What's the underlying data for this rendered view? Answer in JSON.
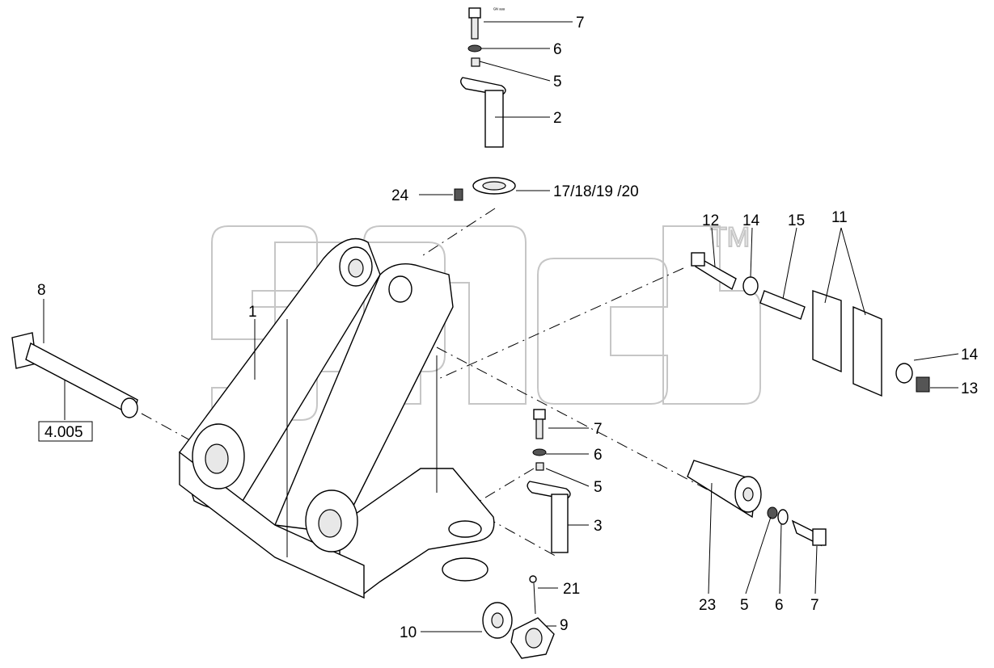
{
  "callouts": {
    "c7a": "7",
    "c6a": "6",
    "c5a": "5",
    "c2": "2",
    "c24": "24",
    "c17": "17/18/19 /20",
    "c12": "12",
    "c14a": "14",
    "c15": "15",
    "c11": "11",
    "c14b": "14",
    "c13": "13",
    "c8": "8",
    "c1": "1",
    "c4005": "4.005",
    "c7b": "7",
    "c6b": "6",
    "c5b": "5",
    "c3": "3",
    "c23": "23",
    "c5c": "5",
    "c6c": "6",
    "c7c": "7",
    "c21": "21",
    "c10": "10",
    "c9": "9"
  },
  "watermark": {
    "tm": "TM"
  },
  "tiny_label": "ᴳᴺ ᵃᵃᵃ"
}
